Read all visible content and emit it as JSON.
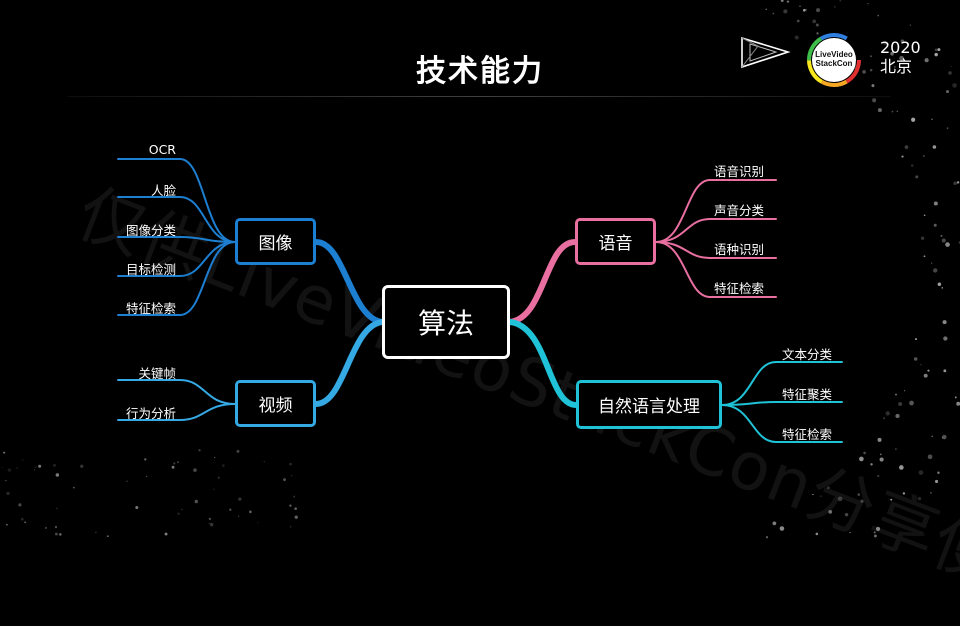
{
  "slide": {
    "title": "技术能力",
    "watermark": "仅供LiveVideoStackCon分享使用",
    "event_year": "2020",
    "event_city": "北京",
    "logo_text_1": "LiveVideo",
    "logo_text_2": "StackCon"
  },
  "mindmap": {
    "center": "算法",
    "branches": [
      {
        "label": "图像",
        "color": "#1c7fd2",
        "leaves": [
          "OCR",
          "人脸",
          "图像分类",
          "目标检测",
          "特征检索"
        ]
      },
      {
        "label": "视频",
        "color": "#35a9e4",
        "leaves": [
          "关键帧",
          "行为分析"
        ]
      },
      {
        "label": "语音",
        "color": "#e96fa1",
        "leaves": [
          "语音识别",
          "声音分类",
          "语种识别",
          "特征检索"
        ]
      },
      {
        "label": "自然语言处理",
        "color": "#1fc2d6",
        "leaves": [
          "文本分类",
          "特征聚类",
          "特征检索"
        ]
      }
    ]
  },
  "theme": {
    "background": "#000000",
    "text": "#ffffff",
    "center_border": "#ffffff"
  }
}
